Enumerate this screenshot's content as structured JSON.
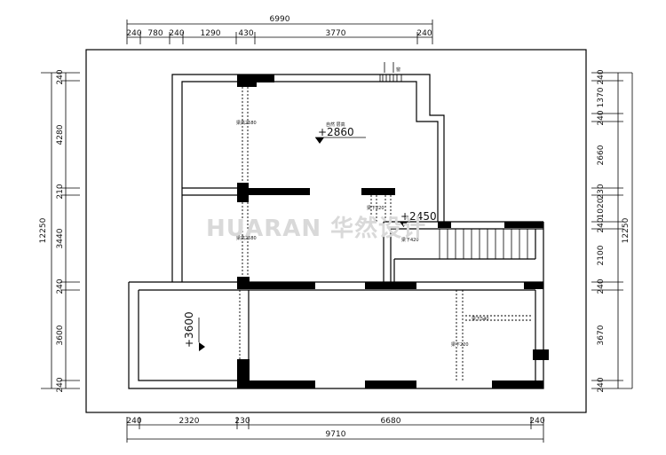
{
  "dimensions": {
    "top_total": "6990",
    "top_segments": [
      "240",
      "780",
      "240",
      "1290",
      "430",
      "3770",
      "240"
    ],
    "bottom_segments": [
      "240",
      "2320",
      "230",
      "6680",
      "240"
    ],
    "bottom_total": "9710",
    "left_segments": [
      "240",
      "4280",
      "210",
      "3440",
      "240",
      "3600",
      "240"
    ],
    "left_total": "12250",
    "right_segments": [
      "240",
      "1370",
      "240",
      "2660",
      "230",
      "1020",
      "240",
      "2100",
      "240",
      "3670",
      "240"
    ],
    "right_total": "12250"
  },
  "levels": {
    "upper": "+2860",
    "landing": "+2450",
    "lower_left": "+3600"
  },
  "beams": {
    "b1": "梁高2580",
    "b2": "梁高2580",
    "b3": "梁下220",
    "b4": "梁下420",
    "b5": "梁下220",
    "b6": "梁下540"
  },
  "small_text": {
    "room_note": "自然 层高",
    "window_tag": "窗"
  },
  "watermark": "HUARAN 华然设计"
}
